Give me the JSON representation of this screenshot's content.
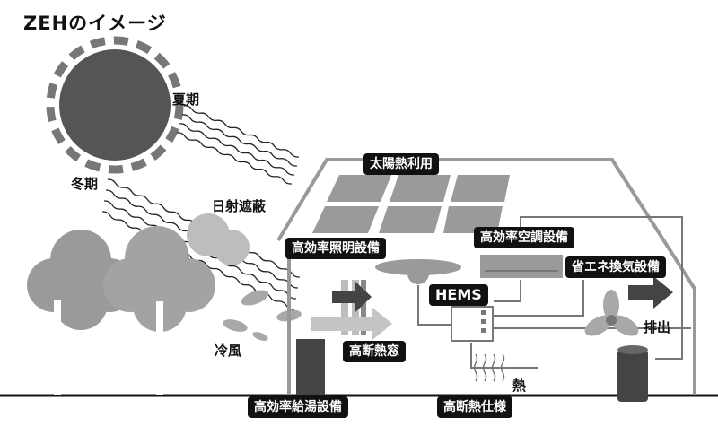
{
  "title": "ZEHのイメージ",
  "labels": {
    "summer": "夏期",
    "winter": "冬期",
    "shading": "日射遮蔽",
    "solar_heat": "太陽熱利用",
    "lighting": "高効率照明設備",
    "aircon": "高効率空調設備",
    "ventilation": "省エネ換気設備",
    "hems": "HEMS",
    "window": "高断熱窓",
    "cool_wind": "冷風",
    "exhaust": "排出",
    "heat": "熱",
    "water_heater": "高効率給湯設備",
    "insulation": "高断熱仕様"
  },
  "colors": {
    "dark": "#111111",
    "sun": "#555555",
    "gray": "#999999",
    "light_gray": "#b3b3b3",
    "white": "#ffffff"
  }
}
